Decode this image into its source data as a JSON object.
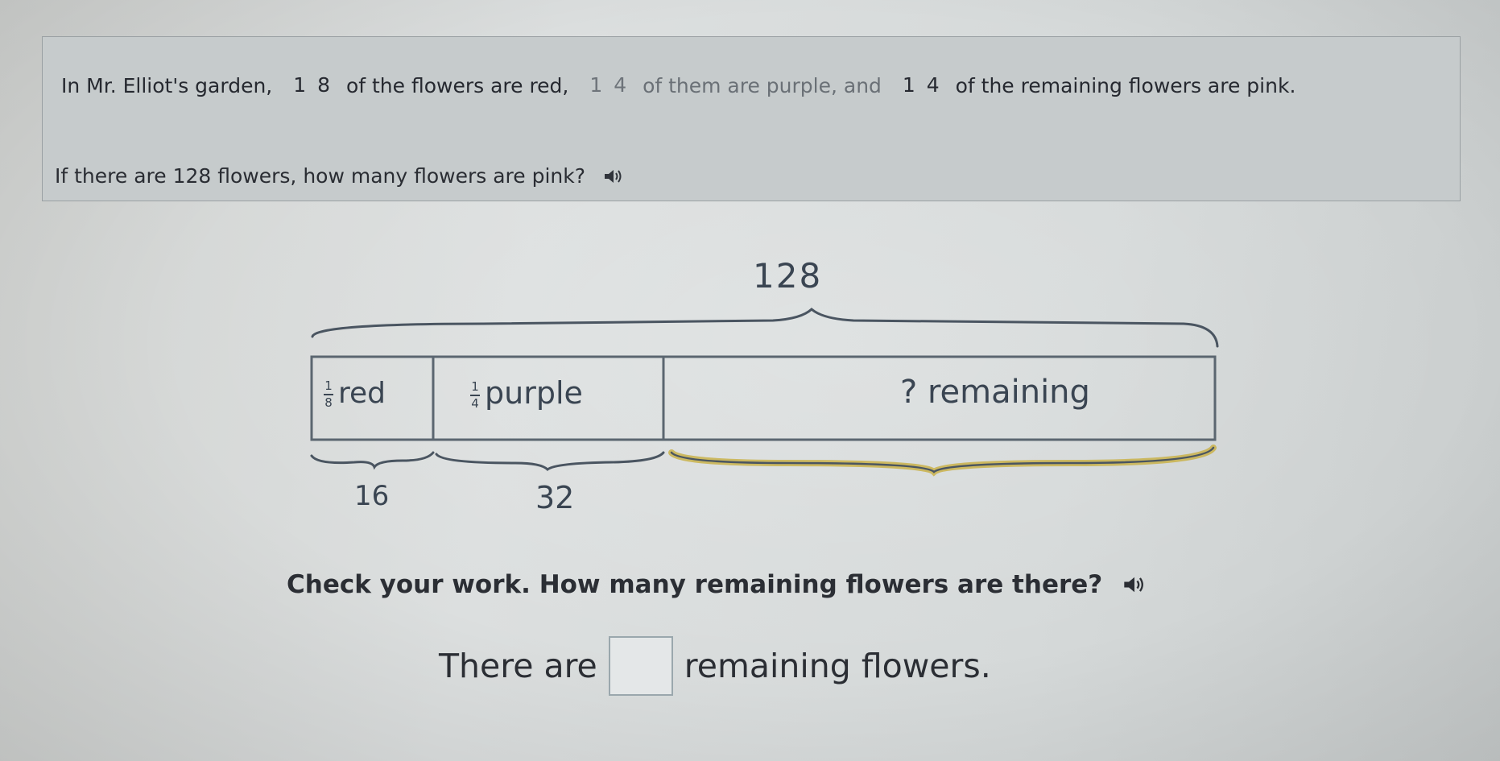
{
  "question": {
    "text_a": "In Mr. Elliot's garden,",
    "frac1": {
      "num": "1",
      "den": "8"
    },
    "text_b": "of the flowers are red,",
    "frac2": {
      "num": "1",
      "den": "4"
    },
    "text_c": "of them are purple, and",
    "frac3": {
      "num": "1",
      "den": "4"
    },
    "text_d": "of the remaining flowers are pink.",
    "prompt": "If there are 128 flowers, how many flowers are pink?",
    "audio_icon": "speaker-icon"
  },
  "tape_diagram": {
    "total": "128",
    "sections": [
      {
        "frac_num": "1",
        "frac_den": "8",
        "label": "red",
        "value": "16"
      },
      {
        "frac_num": "1",
        "frac_den": "4",
        "label": "purple",
        "value": "32"
      },
      {
        "label": "? remaining"
      }
    ],
    "highlight_color": "#c9b24a"
  },
  "check": {
    "prompt": "Check your work. How many remaining flowers are there?",
    "audio_icon": "speaker-icon",
    "answer_prefix": "There are",
    "answer_value": "",
    "answer_suffix": "remaining flowers."
  }
}
